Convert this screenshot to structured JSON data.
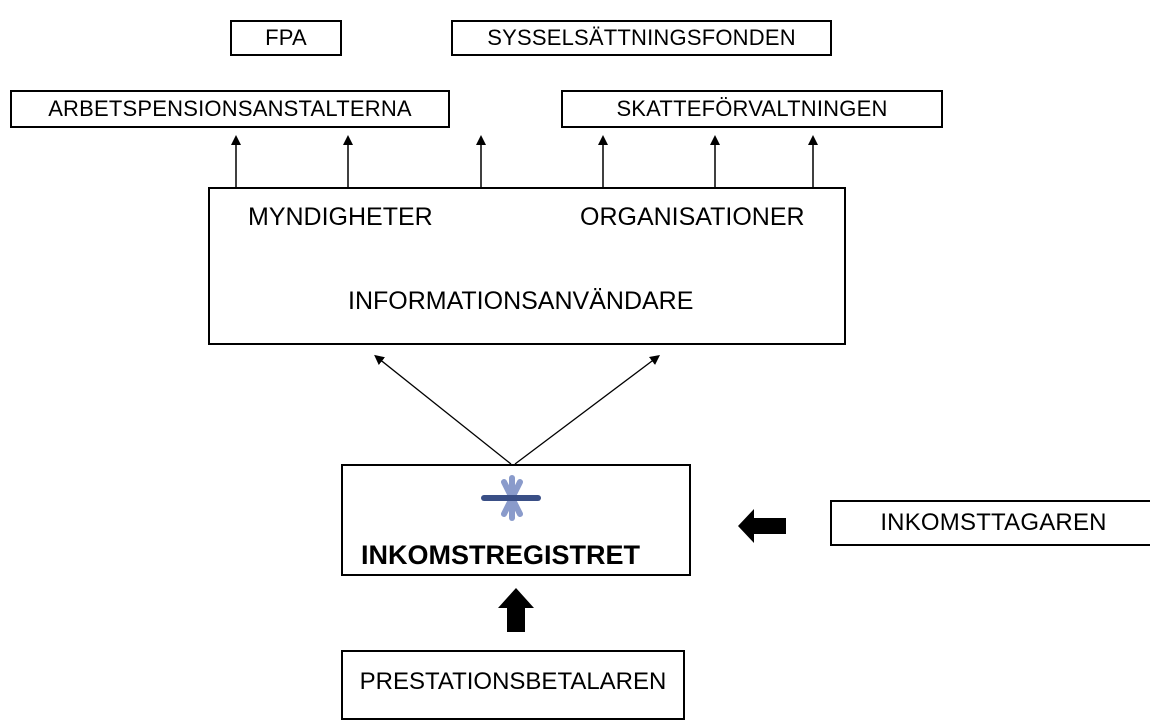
{
  "top_boxes": {
    "fpa": "FPA",
    "sysselsattningsfonden": "SYSSELSÄTTNINGSFONDEN",
    "arbetspensionsanstalterna": "ARBETSPENSIONSANSTALTERNA",
    "skatteforvaltningen": "SKATTEFÖRVALTNINGEN"
  },
  "users_box": {
    "left_heading": "MYNDIGHETER",
    "right_heading": "ORGANISATIONER",
    "title": "INFORMATIONSANVÄNDARE"
  },
  "register_box": {
    "title": "INKOMSTREGISTRET",
    "logo_icon": "asterisk-logo-icon",
    "logo_colors": {
      "horizontal": "#3a4f86",
      "diagonals": "#8a9bcb"
    }
  },
  "income_earner": "INKOMSTTAGAREN",
  "payer": "PRESTATIONSBETALAREN"
}
